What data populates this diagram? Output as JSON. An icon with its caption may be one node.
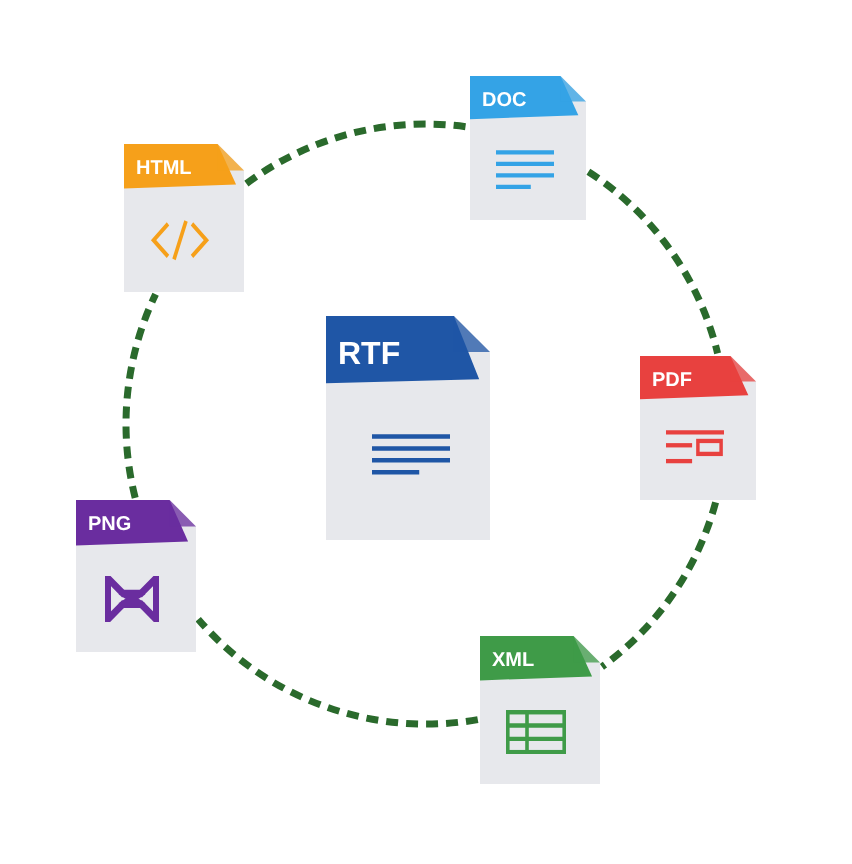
{
  "diagram": {
    "nodes": [
      {
        "text": [
          "HTML"
        ]
      },
      {
        "text": [
          "DOC"
        ]
      },
      {
        "text": [
          "RTF"
        ]
      },
      {
        "text": [
          "PDF"
        ]
      },
      {
        "text": [
          "PNG"
        ]
      },
      {
        "text": [
          "XML"
        ]
      }
    ],
    "edges": [
      {
        "from": 0,
        "to": 1,
        "arrow": "none",
        "style": "dashed"
      },
      {
        "from": 1,
        "to": 3,
        "arrow": "none",
        "style": "dashed"
      },
      {
        "from": 3,
        "to": 5,
        "arrow": "none",
        "style": "dashed"
      },
      {
        "from": 5,
        "to": 4,
        "arrow": "none",
        "style": "dashed"
      },
      {
        "from": 4,
        "to": 0,
        "arrow": "none",
        "style": "dashed"
      }
    ]
  }
}
